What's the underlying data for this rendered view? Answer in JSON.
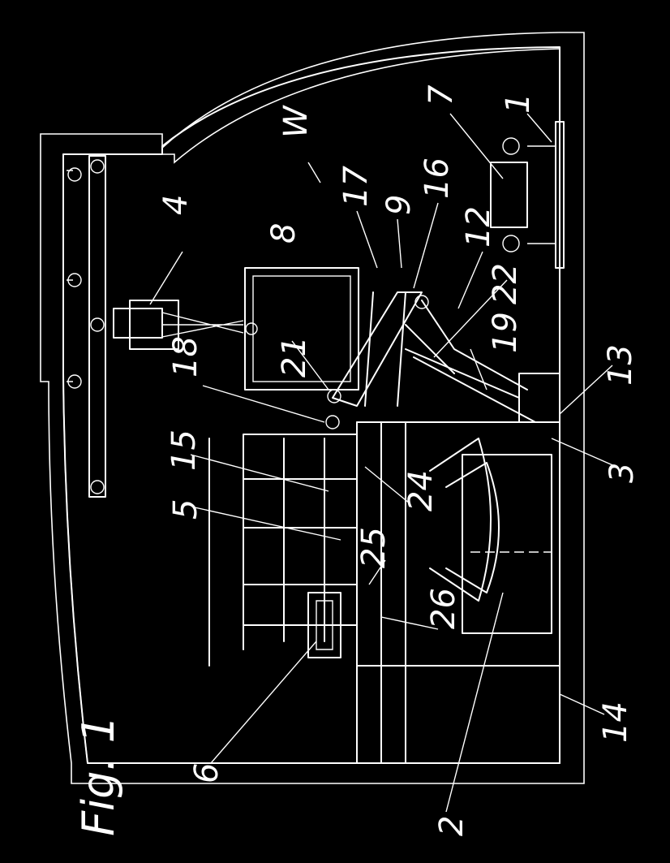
{
  "figure_label": "Fig. 1",
  "callouts": [
    {
      "id": "1",
      "text": "1"
    },
    {
      "id": "7",
      "text": "7"
    },
    {
      "id": "W",
      "text": "W"
    },
    {
      "id": "4",
      "text": "4"
    },
    {
      "id": "8",
      "text": "8"
    },
    {
      "id": "17",
      "text": "17"
    },
    {
      "id": "9",
      "text": "9"
    },
    {
      "id": "16",
      "text": "16"
    },
    {
      "id": "12",
      "text": "12"
    },
    {
      "id": "22",
      "text": "22"
    },
    {
      "id": "19",
      "text": "19"
    },
    {
      "id": "21",
      "text": "21"
    },
    {
      "id": "18",
      "text": "18"
    },
    {
      "id": "13",
      "text": "13"
    },
    {
      "id": "15",
      "text": "15"
    },
    {
      "id": "5",
      "text": "5"
    },
    {
      "id": "24",
      "text": "24"
    },
    {
      "id": "25",
      "text": "25"
    },
    {
      "id": "3",
      "text": "3"
    },
    {
      "id": "26",
      "text": "26"
    },
    {
      "id": "14",
      "text": "14"
    },
    {
      "id": "6",
      "text": "6"
    },
    {
      "id": "2",
      "text": "2"
    }
  ]
}
